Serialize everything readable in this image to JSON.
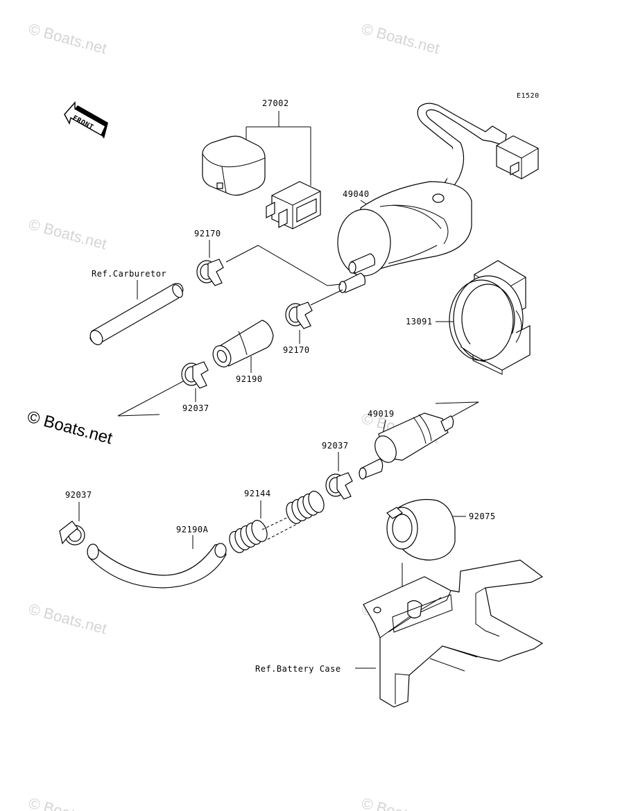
{
  "diagram_code": "E1520",
  "front_label": "FRONT",
  "watermark": "© Boats.net",
  "parts": {
    "p27002": "27002",
    "p49040": "49040",
    "p92170a": "92170",
    "p92170b": "92170",
    "p13091": "13091",
    "p92190": "92190",
    "p92037a": "92037",
    "p92037b": "92037",
    "p92037c": "92037",
    "p49019": "49019",
    "p92144": "92144",
    "p92190A": "92190A",
    "p92075": "92075"
  },
  "refs": {
    "carburetor": "Ref.Carburetor",
    "battery_case": "Ref.Battery Case"
  }
}
